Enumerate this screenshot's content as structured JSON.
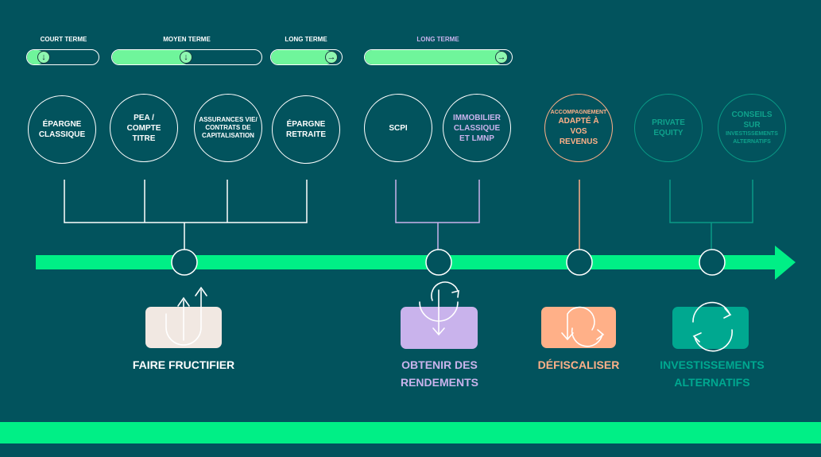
{
  "colors": {
    "background": "#02535d",
    "timeline": "#00ef86",
    "green_light": "#6ff59b",
    "white": "#ffffff",
    "purple": "#c9b3ec",
    "orange": "#ffb088",
    "teal": "#00a890"
  },
  "terms": [
    {
      "label": "COURT TERME",
      "arrow": "↓",
      "fill": 0.18
    },
    {
      "label": "MOYEN TERME",
      "arrow": "↓",
      "fill": 0.5
    },
    {
      "label": "LONG TERME",
      "arrow": "→",
      "fill": 0.8
    },
    {
      "label": "LONG TERME",
      "arrow": "→",
      "fill": 0.92
    }
  ],
  "circles": [
    {
      "label": "ÉPARGNE CLASSIQUE"
    },
    {
      "label": "PEA / COMPTE TITRE"
    },
    {
      "label": "ASSURANCES VIE/ CONTRATS DE CAPITALISATION"
    },
    {
      "label": "ÉPARGNE RETRAITE"
    },
    {
      "label": "SCPI"
    },
    {
      "label": "IMMOBILIER CLASSIQUE ET LMNP"
    },
    {
      "label_small": "ACCOMPAGNEMENT",
      "label": "ADAPTÉ À VOS REVENUS"
    },
    {
      "label": "PRIVATE EQUITY"
    },
    {
      "label": "CONSEILS SUR",
      "label_small": "INVESTISSEMENTS ALTERNATIFS"
    }
  ],
  "goals": [
    {
      "label": "FAIRE FRUCTIFIER",
      "icon": "arrows-up-icon"
    },
    {
      "label": "OBTENIR DES RENDEMENTS",
      "icon": "arrow-cycle-down-icon"
    },
    {
      "label": "DÉFISCALISER",
      "icon": "arrow-loop-icon"
    },
    {
      "label": "INVESTISSEMENTS ALTERNATIFS",
      "icon": "refresh-icon"
    }
  ]
}
